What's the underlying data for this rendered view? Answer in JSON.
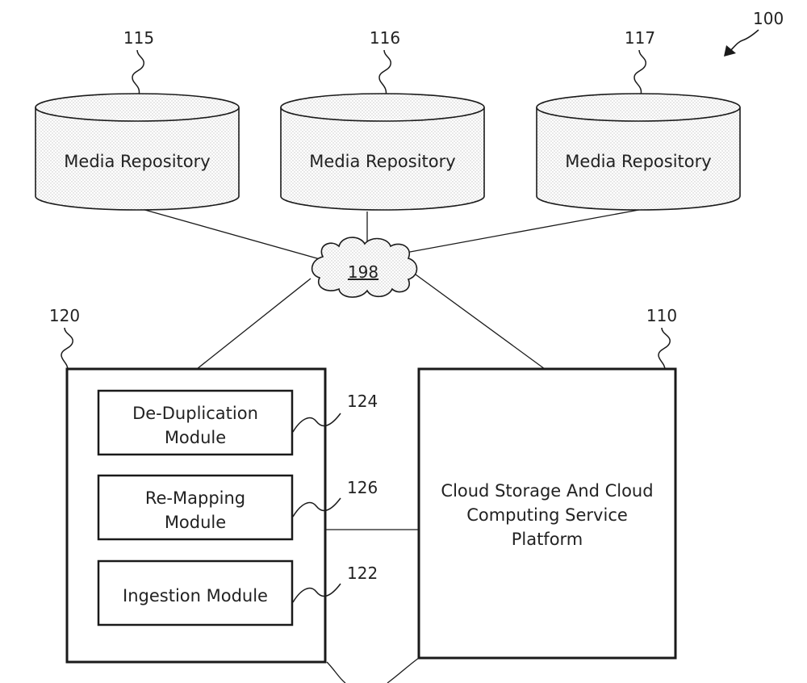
{
  "figure_ref": "100",
  "network": {
    "ref": "198"
  },
  "repositories": [
    {
      "ref": "115",
      "label": "Media Repository"
    },
    {
      "ref": "116",
      "label": "Media Repository"
    },
    {
      "ref": "117",
      "label": "Media Repository"
    }
  ],
  "system": {
    "ref": "120",
    "modules": [
      {
        "ref": "124",
        "lines": [
          "De-Duplication",
          "Module"
        ]
      },
      {
        "ref": "126",
        "lines": [
          "Re-Mapping",
          "Module"
        ]
      },
      {
        "ref": "122",
        "lines": [
          "Ingestion Module"
        ]
      }
    ]
  },
  "platform": {
    "ref": "110",
    "lines": [
      "Cloud Storage And Cloud",
      "Computing Service",
      "Platform"
    ]
  },
  "colors": {
    "line": "#1a1a1a",
    "stipple": "#bdbdbd",
    "text": "#222222"
  }
}
